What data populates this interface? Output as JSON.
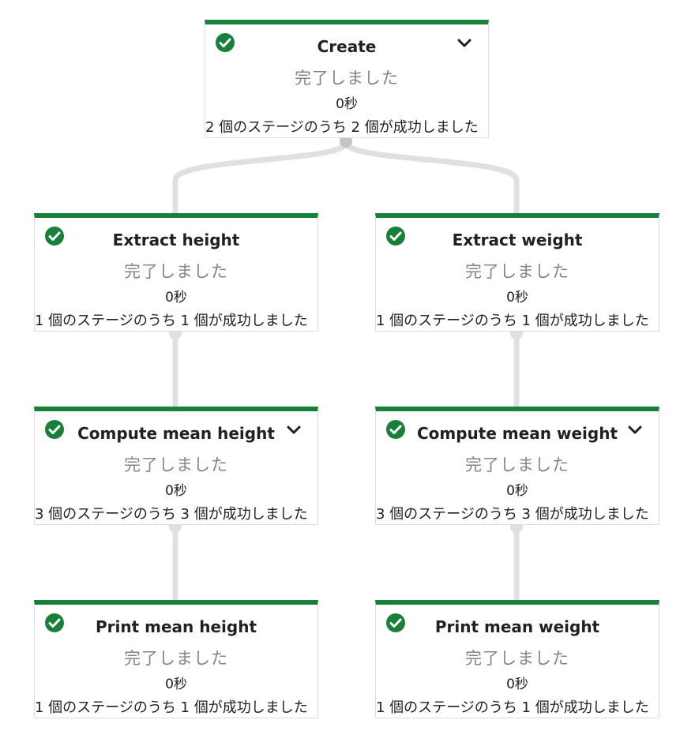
{
  "nodes": [
    {
      "title": "Create",
      "status": "完了しました",
      "duration": "0秒",
      "progress": "2 個のステージのうち 2 個が成功しました",
      "expandable": true
    },
    {
      "title": "Extract height",
      "status": "完了しました",
      "duration": "0秒",
      "progress": "1 個のステージのうち 1 個が成功しました",
      "expandable": false
    },
    {
      "title": "Extract weight",
      "status": "完了しました",
      "duration": "0秒",
      "progress": "1 個のステージのうち 1 個が成功しました",
      "expandable": false
    },
    {
      "title": "Compute mean height",
      "status": "完了しました",
      "duration": "0秒",
      "progress": "3 個のステージのうち 3 個が成功しました",
      "expandable": true
    },
    {
      "title": "Compute mean weight",
      "status": "完了しました",
      "duration": "0秒",
      "progress": "3 個のステージのうち 3 個が成功しました",
      "expandable": true
    },
    {
      "title": "Print mean height",
      "status": "完了しました",
      "duration": "0秒",
      "progress": "1 個のステージのうち 1 個が成功しました",
      "expandable": false
    },
    {
      "title": "Print mean weight",
      "status": "完了しました",
      "duration": "0秒",
      "progress": "1 個のステージのうち 1 個が成功しました",
      "expandable": false
    }
  ],
  "colors": {
    "success": "#188038",
    "edge": "#e0e0e0",
    "edge_dot": "#c4c4c4"
  },
  "icons": {
    "status": "check-circle-icon",
    "expand": "chevron-down-icon"
  }
}
